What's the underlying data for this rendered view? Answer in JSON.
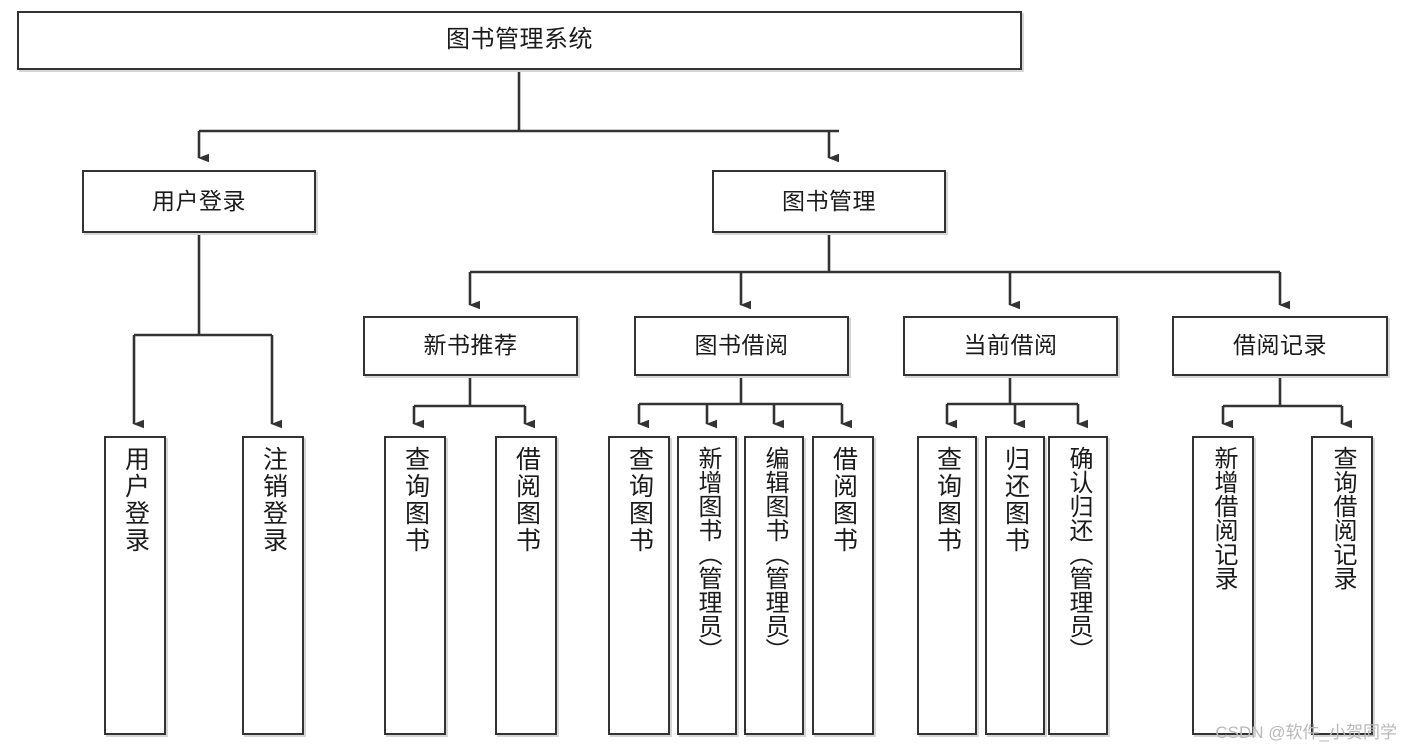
{
  "diagram": {
    "type": "tree-hierarchy",
    "title": "图书管理系统",
    "orientation": "top-down",
    "colors": {
      "box_border": "#333333",
      "box_fill": "#ffffff",
      "box_shadow": "#d6d6d6",
      "edge": "#333333",
      "text": "#1b1b1b",
      "watermark": "#b9b9b9",
      "background": "#ffffff"
    },
    "watermark": "CSDN @软件_小贺同学",
    "nodes": {
      "root": {
        "label": "图书管理系统",
        "level": 1
      },
      "level2": [
        {
          "label": "用户登录",
          "level": 2
        },
        {
          "label": "图书管理",
          "level": 2
        }
      ],
      "level3": [
        {
          "label": "新书推荐",
          "level": 3
        },
        {
          "label": "图书借阅",
          "level": 3
        },
        {
          "label": "当前借阅",
          "level": 3
        },
        {
          "label": "借阅记录",
          "level": 3
        }
      ],
      "leaves_user_login": [
        {
          "label": "用户登录",
          "level": 3
        },
        {
          "label": "注销登录",
          "level": 3
        }
      ],
      "leaves_new_book": [
        {
          "label": "查询图书",
          "level": 4
        },
        {
          "label": "借阅图书",
          "level": 4
        }
      ],
      "leaves_book_borrow": [
        {
          "label": "查询图书",
          "level": 4
        },
        {
          "label": "新增图书（管理员）",
          "level": 4
        },
        {
          "label": "编辑图书（管理员）",
          "level": 4
        },
        {
          "label": "借阅图书",
          "level": 4
        }
      ],
      "leaves_current_borrow": [
        {
          "label": "查询图书",
          "level": 4
        },
        {
          "label": "归还图书",
          "level": 4
        },
        {
          "label": "确认归还（管理员）",
          "level": 4
        }
      ],
      "leaves_borrow_record": [
        {
          "label": "新增借阅记录",
          "level": 4
        },
        {
          "label": "查询借阅记录",
          "level": 4
        }
      ]
    },
    "edges": [
      {
        "from": "图书管理系统",
        "to": "用户登录"
      },
      {
        "from": "图书管理系统",
        "to": "图书管理"
      },
      {
        "from": "用户登录",
        "to": "用户登录"
      },
      {
        "from": "用户登录",
        "to": "注销登录"
      },
      {
        "from": "图书管理",
        "to": "新书推荐"
      },
      {
        "from": "图书管理",
        "to": "图书借阅"
      },
      {
        "from": "图书管理",
        "to": "当前借阅"
      },
      {
        "from": "图书管理",
        "to": "借阅记录"
      },
      {
        "from": "新书推荐",
        "to": "查询图书"
      },
      {
        "from": "新书推荐",
        "to": "借阅图书"
      },
      {
        "from": "图书借阅",
        "to": "查询图书"
      },
      {
        "from": "图书借阅",
        "to": "新增图书（管理员）"
      },
      {
        "from": "图书借阅",
        "to": "编辑图书（管理员）"
      },
      {
        "from": "图书借阅",
        "to": "借阅图书"
      },
      {
        "from": "当前借阅",
        "to": "查询图书"
      },
      {
        "from": "当前借阅",
        "to": "归还图书"
      },
      {
        "from": "当前借阅",
        "to": "确认归还（管理员）"
      },
      {
        "from": "借阅记录",
        "to": "新增借阅记录"
      },
      {
        "from": "借阅记录",
        "to": "查询借阅记录"
      }
    ]
  }
}
